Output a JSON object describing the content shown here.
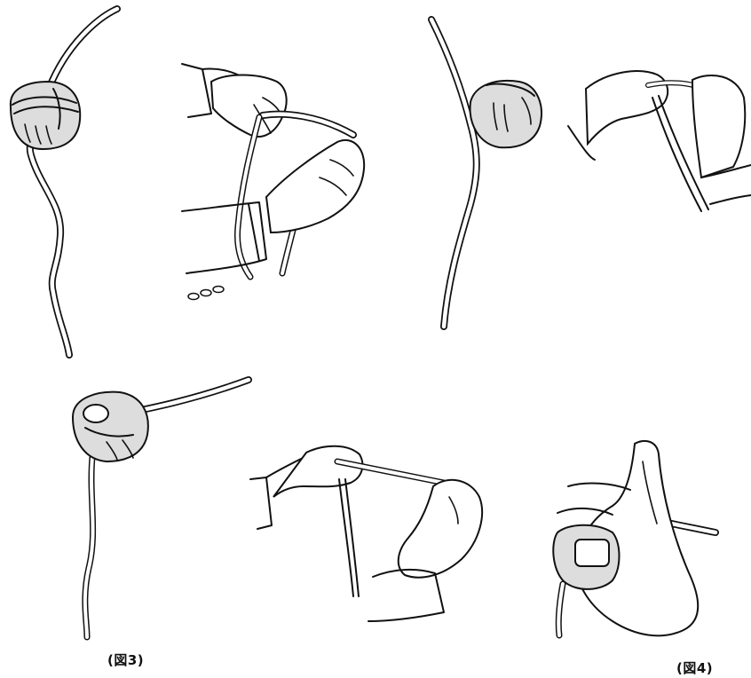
{
  "figures": [
    {
      "id": "fig3",
      "caption": "(図3)"
    },
    {
      "id": "fig4",
      "caption": "(図4)"
    }
  ],
  "colors": {
    "ink": "#111111",
    "rope_fill": "#ffffff",
    "background": "#ffffff"
  }
}
